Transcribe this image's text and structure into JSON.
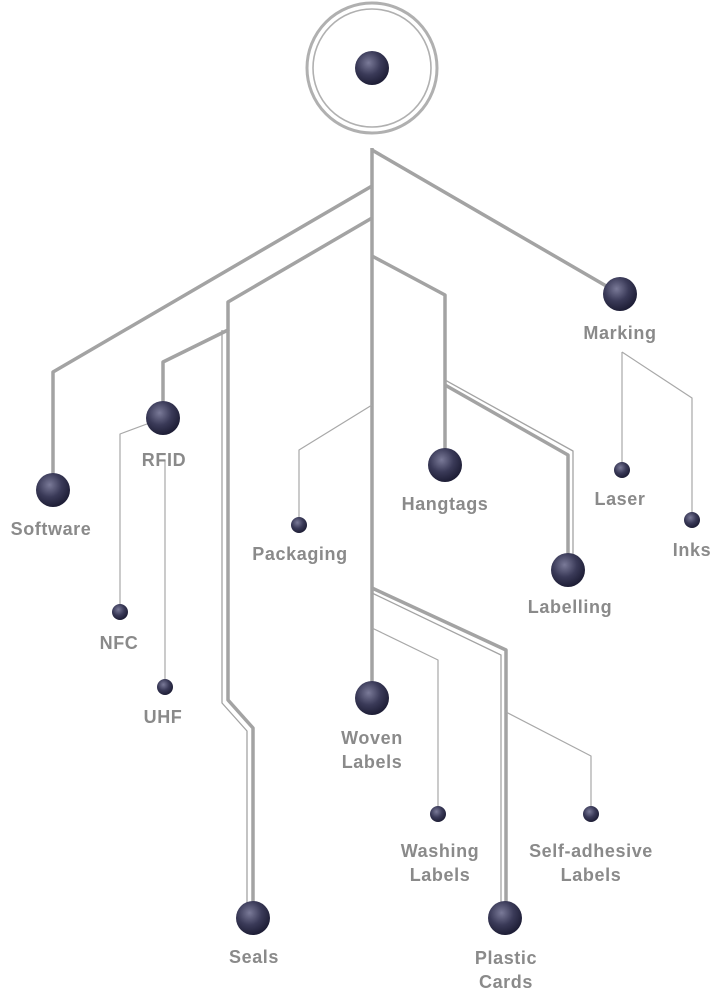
{
  "colors": {
    "line": "#a3a3a3",
    "node_inner": "#2c2c4a",
    "node_outer": "#6a6a88",
    "label": "#8a8a8a",
    "root_ring": "#b0b0b0"
  },
  "labels": {
    "software": "Software",
    "rfid": "RFID",
    "nfc": "NFC",
    "uhf": "UHF",
    "seals": "Seals",
    "packaging": "Packaging",
    "woven_1": "Woven",
    "woven_2": "Labels",
    "washing_1": "Washing",
    "washing_2": "Labels",
    "plastic_1": "Plastic",
    "plastic_2": "Cards",
    "selfadhesive_1": "Self-adhesive",
    "selfadhesive_2": "Labels",
    "hangtags": "Hangtags",
    "labelling": "Labelling",
    "marking": "Marking",
    "laser": "Laser",
    "inks": "Inks"
  }
}
